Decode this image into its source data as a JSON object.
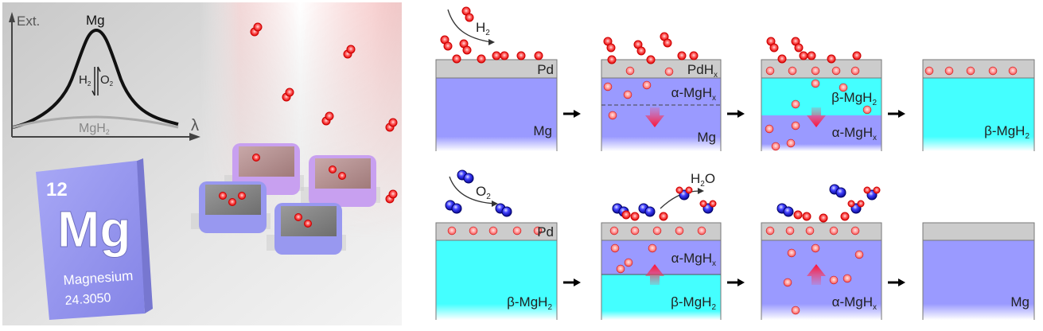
{
  "left_panel": {
    "graph": {
      "y_axis_label": "Ext.",
      "x_axis_label": "λ",
      "peak_label": "Mg",
      "low_curve_label": "MgH",
      "low_curve_sub": "2",
      "forward_label": "H",
      "forward_sub": "2",
      "reverse_label": "O",
      "reverse_sub": "2"
    },
    "element_tile": {
      "atomic_number": "12",
      "symbol": "Mg",
      "name": "Magnesium",
      "atomic_mass": "24.3050"
    }
  },
  "hydrogenation_row": {
    "gas_label": "H",
    "gas_sub": "2",
    "panels": [
      {
        "cap_label": "Pd",
        "cap_sub": "",
        "labels": [
          {
            "text": "Mg",
            "sub": ""
          }
        ]
      },
      {
        "cap_label": "PdH",
        "cap_sub": "x",
        "labels": [
          {
            "text": "α-MgH",
            "sub": "x"
          },
          {
            "text": "Mg",
            "sub": ""
          }
        ]
      },
      {
        "cap_label": "",
        "cap_sub": "",
        "labels": [
          {
            "text": "β-MgH",
            "sub": "2"
          },
          {
            "text": "α-MgH",
            "sub": "x"
          }
        ]
      },
      {
        "cap_label": "",
        "cap_sub": "",
        "labels": [
          {
            "text": "β-MgH",
            "sub": "2"
          }
        ]
      }
    ]
  },
  "dehydrogenation_row": {
    "gas_label": "O",
    "gas_sub": "2",
    "product_label": "H",
    "product_sub": "2",
    "product_suffix": "O",
    "panels": [
      {
        "cap_label": "Pd",
        "cap_sub": "",
        "labels": [
          {
            "text": "β-MgH",
            "sub": "2"
          }
        ]
      },
      {
        "cap_label": "",
        "cap_sub": "",
        "labels": [
          {
            "text": "α-MgH",
            "sub": "x"
          },
          {
            "text": "β-MgH",
            "sub": "2"
          }
        ]
      },
      {
        "cap_label": "",
        "cap_sub": "",
        "labels": [
          {
            "text": "α-MgH",
            "sub": "x"
          }
        ]
      },
      {
        "cap_label": "",
        "cap_sub": "",
        "labels": [
          {
            "text": "Mg",
            "sub": ""
          }
        ]
      }
    ]
  },
  "colors": {
    "mg": "#9a9aff",
    "mgh2": "#44ffff",
    "pd": "#cccccc",
    "hydrogen": "#ee1111",
    "oxygen": "#2222dd"
  }
}
